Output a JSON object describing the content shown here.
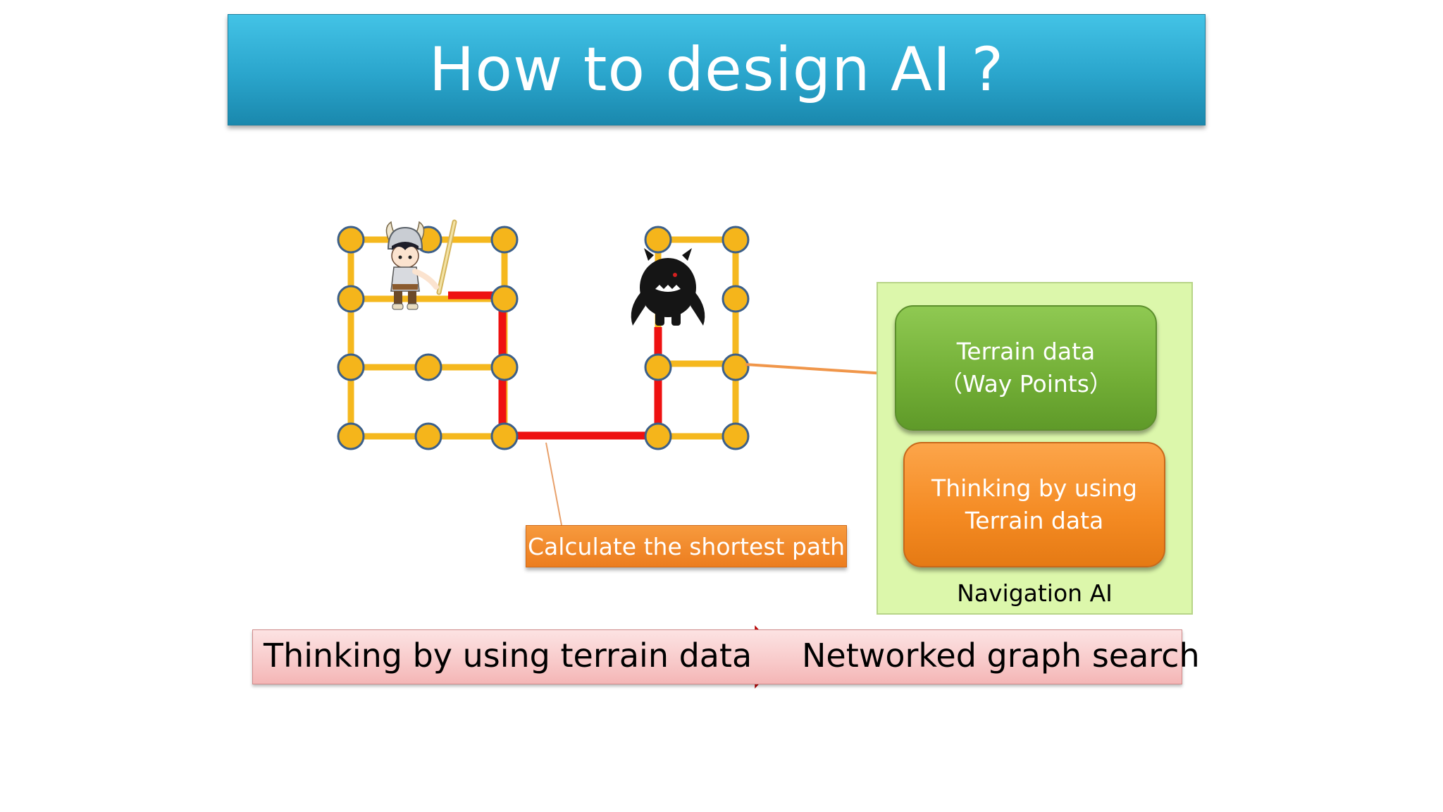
{
  "slide": {
    "title": "How to design AI ?"
  },
  "diagram": {
    "shortest_path_label": "Calculate the shortest path",
    "terrain_box": {
      "line1": "Terrain data",
      "line2": "（Way Points）"
    },
    "thinking_box": {
      "line1": "Thinking by using",
      "line2": "Terrain data"
    },
    "panel_label": "Navigation AI"
  },
  "summary": {
    "left": "Thinking by using terrain data",
    "right": "Networked graph search"
  },
  "colors": {
    "title_banner": "#2aa5cc",
    "waypoint": "#f5b51b",
    "waypoint_outline": "#3b5f8a",
    "graph_edge": "#f5b81e",
    "path": "#ee1111",
    "terrain_box": "#72ae36",
    "thinking_box": "#f48a22",
    "panel_bg": "#dcf7ab",
    "summary_bar": "#f8c9c9",
    "arrow": "#ee1111"
  },
  "icons": [
    "hero-character-icon",
    "monster-character-icon",
    "right-arrow-icon"
  ]
}
